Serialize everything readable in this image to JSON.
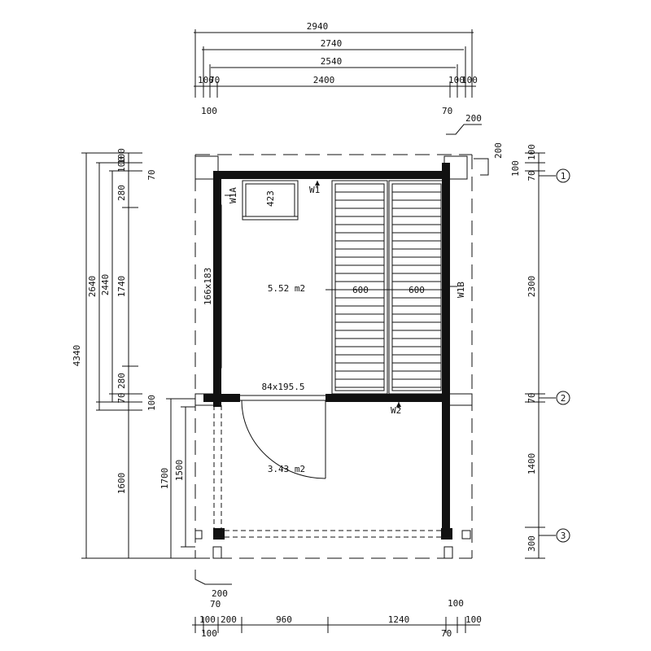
{
  "top_dims": {
    "d2940": "2940",
    "d2740": "2740",
    "d2540": "2540",
    "d2400": "2400",
    "left_a": "100",
    "left_b": "70",
    "right_a": "100",
    "right_b": "100",
    "under_left": "100",
    "under_right": "70",
    "corner": "200"
  },
  "left_dims": {
    "total": "4340",
    "d2640": "2640",
    "d2440": "2440",
    "d1740": "1740",
    "d280_top": "280",
    "d280_bot": "280",
    "d70_bot": "70",
    "d100_top": "100",
    "d100_top2": "100",
    "d70_top": "70",
    "d100_mid": "100",
    "d1600": "1600",
    "d1700": "1700",
    "d1500": "1500"
  },
  "right_dims": {
    "d200": "200",
    "d100_a": "100",
    "d100_b": "100",
    "d70": "70",
    "d2300": "2300",
    "d70_mid": "70",
    "d1400": "1400",
    "d300": "300"
  },
  "bottom_dims": {
    "d200": "200",
    "d70": "70",
    "d100_l": "100",
    "d200_l": "200",
    "d960": "960",
    "d1240": "1240",
    "d100_r1": "100",
    "d100_r2": "100",
    "d100_under": "100",
    "d70_under": "70"
  },
  "axes": [
    "1",
    "2",
    "3"
  ],
  "rooms": {
    "main_area": "5.52 m2",
    "terrace_area": "3.43 m2",
    "window_left": "166x183",
    "door": "84x195.5",
    "bench_width": "423",
    "shelf_left": "600",
    "shelf_right": "600"
  },
  "sections": {
    "w1a": "W1A",
    "w1": "W1",
    "w1b": "W1B",
    "w2": "W2"
  }
}
